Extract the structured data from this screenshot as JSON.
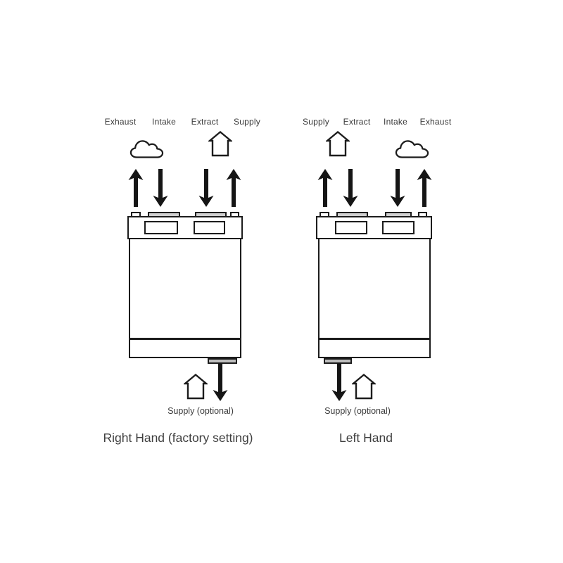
{
  "colors": {
    "background": "#ffffff",
    "line": "#1c1c1c",
    "arrow": "#151515",
    "duct_stub_fill": "#cfcfcf",
    "bottom_port_fill": "#bdbdbd",
    "label_text": "#3a3a3a",
    "caption_text": "#3f3f3f"
  },
  "units": [
    {
      "caption": "Right Hand (factory setting)",
      "duct_labels": [
        "Exhaust",
        "Intake",
        "Extract",
        "Supply"
      ],
      "airflow_directions": [
        "up",
        "down",
        "down",
        "up"
      ],
      "outdoor_icon": "cloud",
      "indoor_icon": "house",
      "bottom_airflow_direction": "down",
      "bottom_label": "Supply (optional)"
    },
    {
      "caption": "Left Hand",
      "duct_labels": [
        "Supply",
        "Extract",
        "Intake",
        "Exhaust"
      ],
      "airflow_directions": [
        "up",
        "down",
        "down",
        "up"
      ],
      "indoor_icon": "house",
      "outdoor_icon": "cloud",
      "bottom_airflow_direction": "down",
      "bottom_label": "Supply (optional)"
    }
  ]
}
